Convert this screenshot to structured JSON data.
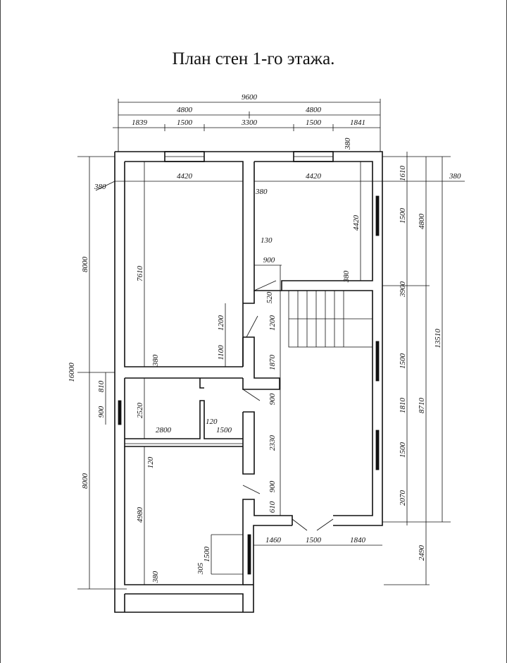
{
  "title": "План стен 1-го этажа.",
  "dimensions": {
    "top_total": "9600",
    "top_half_left": "4800",
    "top_half_right": "4800",
    "top_seg_1": "1839",
    "top_seg_2": "1500",
    "top_seg_3": "3300",
    "top_seg_4": "1500",
    "top_seg_5": "1841",
    "room_top_left_width": "4420",
    "room_top_right_width": "4420",
    "wall_top_right": "380",
    "wall_left_outer": "380",
    "wall_mid_inner": "380",
    "wall_far_right": "380",
    "room_top_left_height": "7610",
    "room_top_right_height": "4420",
    "partition_130": "130",
    "door_900_a": "900",
    "wall_380_stair": "380",
    "d_520": "520",
    "d_1200_a": "1200",
    "d_1200_b": "1200",
    "d_1100": "1100",
    "d_1870": "1870",
    "wall_380_left_mid": "380",
    "left_total": "16000",
    "left_upper": "8000",
    "left_lower": "8000",
    "d_810": "810",
    "d_900_left": "900",
    "d_2520": "2520",
    "d_2800": "2800",
    "d_120_a": "120",
    "d_1500_mid": "1500",
    "d_900_b": "900",
    "d_2330": "2330",
    "d_120_b": "120",
    "d_900_c": "900",
    "d_610": "610",
    "d_4980": "4980",
    "d_1460": "1460",
    "d_1500_entry": "1500",
    "d_1840": "1840",
    "d_1500_bath": "1500",
    "d_305": "305",
    "wall_380_bottom": "380",
    "right_1610": "1610",
    "right_1500_a": "1500",
    "right_3900": "3900",
    "right_1500_b": "1500",
    "right_1810": "1810",
    "right_1500_c": "1500",
    "right_2070": "2070",
    "right_4800": "4800",
    "right_8710": "8710",
    "right_13510": "13510",
    "right_2490": "2490"
  }
}
